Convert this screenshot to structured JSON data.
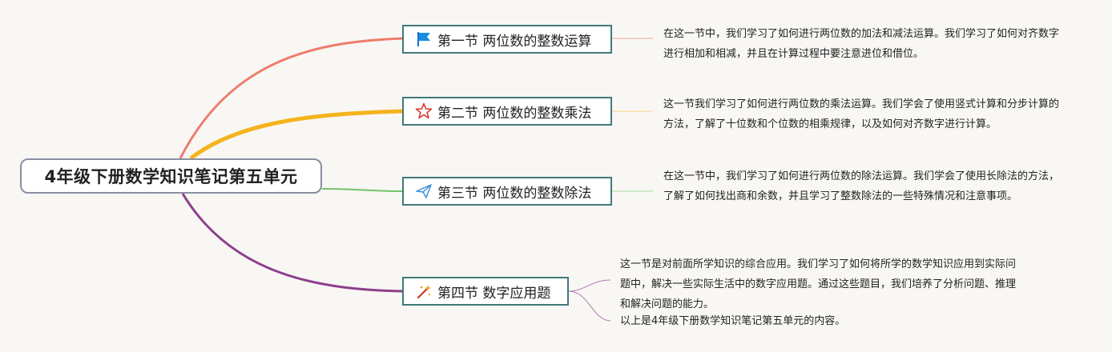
{
  "central_topic": "4年级下册数学知识笔记第五单元",
  "sections": [
    {
      "title": "第一节 两位数的整数运算",
      "icon": "flag-icon",
      "branch_color": "#ef7b6c",
      "notes": [
        "在这一节中，我们学习了如何进行两位数的加法和减法运算。我们学习了如何对齐数字进行相加和相减，并且在计算过程中要注意进位和借位。"
      ]
    },
    {
      "title": "第二节 两位数的整数乘法",
      "icon": "star-icon",
      "branch_color": "#f5b31c",
      "notes": [
        "这一节我们学习了如何进行两位数的乘法运算。我们学会了使用竖式计算和分步计算的方法，了解了十位数和个位数的相乘规律，以及如何对齐数字进行计算。"
      ]
    },
    {
      "title": "第三节 两位数的整数除法",
      "icon": "paper-plane-icon",
      "branch_color": "#70c466",
      "notes": [
        "在这一节中，我们学习了如何进行两位数的除法运算。我们学会了使用长除法的方法，了解了如何找出商和余数，并且学习了整数除法的一些特殊情况和注意事项。"
      ]
    },
    {
      "title": "第四节 数字应用题",
      "icon": "magic-wand-icon",
      "branch_color": "#8e3f8c",
      "notes": [
        "这一节是对前面所学知识的综合应用。我们学习了如何将所学的数学知识应用到实际问题中，解决一些实际生活中的数字应用题。通过这些题目，我们培养了分析问题、推理和解决问题的能力。",
        "以上是4年级下册数学知识笔记第五单元的内容。"
      ]
    }
  ]
}
